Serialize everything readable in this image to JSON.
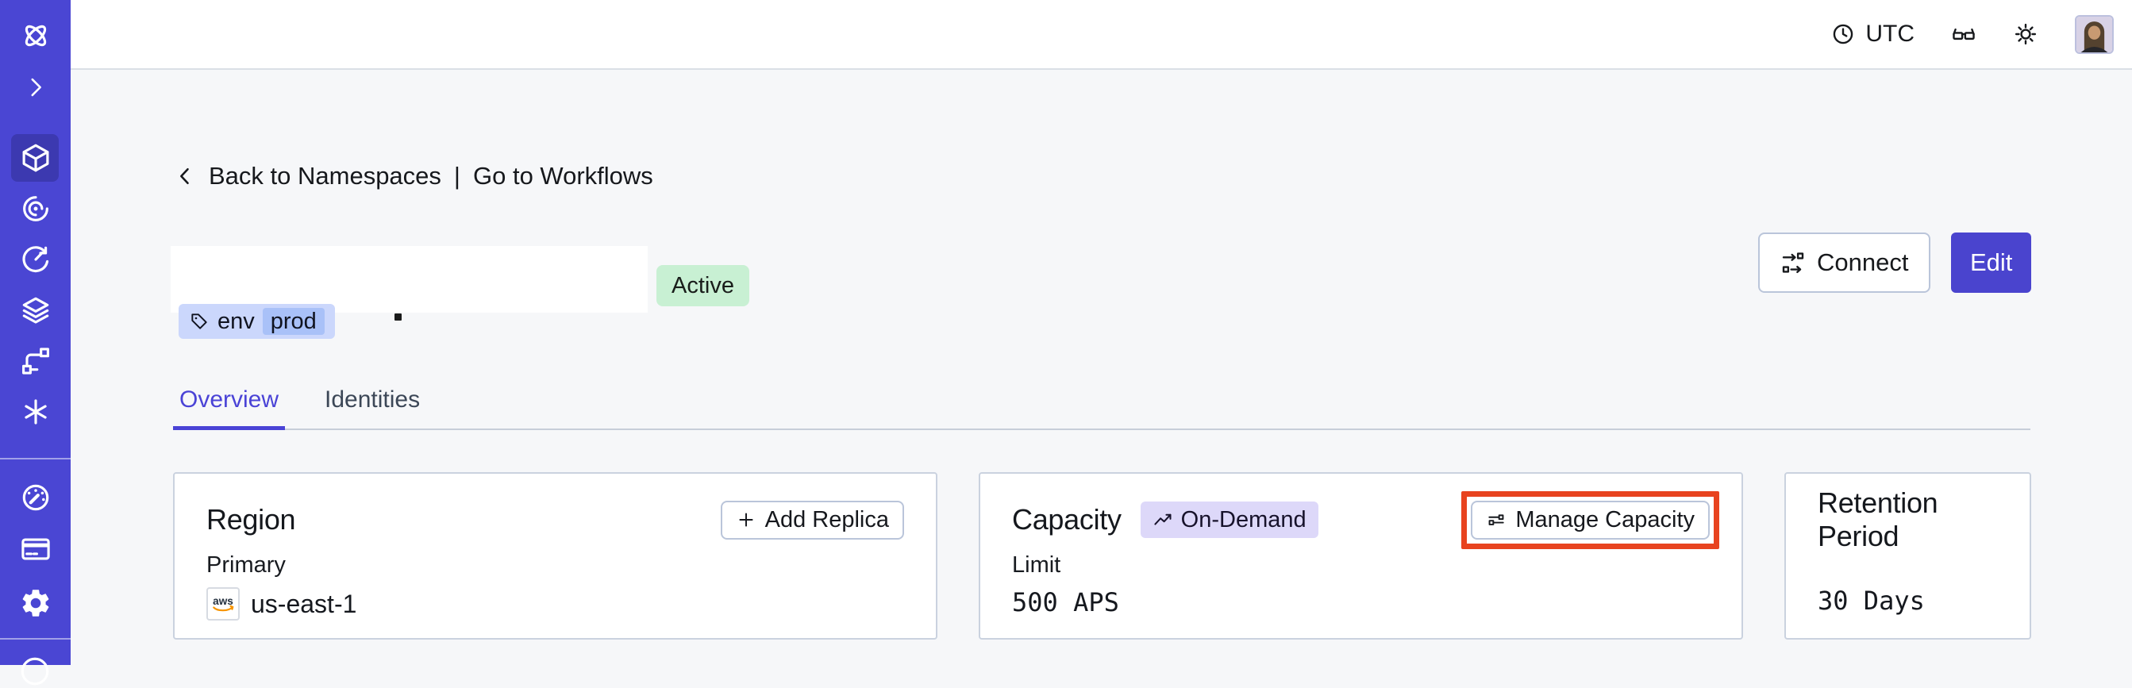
{
  "header": {
    "timezone": "UTC"
  },
  "sidebar": {
    "icons": [
      "temporal-logo",
      "expand-sidebar",
      "namespaces",
      "workflows",
      "schedules",
      "deployments",
      "batch-operations",
      "nexus",
      "usage",
      "billing",
      "settings",
      "support"
    ],
    "active_item": "namespaces"
  },
  "breadcrumb": {
    "back": "Back to Namespaces",
    "separator": "|",
    "forward": "Go to Workflows"
  },
  "namespace": {
    "status": "Active",
    "tag": {
      "key": "env",
      "value": "prod"
    }
  },
  "actions": {
    "connect": "Connect",
    "edit": "Edit"
  },
  "tabs": [
    {
      "label": "Overview",
      "active": true
    },
    {
      "label": "Identities",
      "active": false
    }
  ],
  "cards": {
    "region": {
      "title": "Region",
      "button": "Add Replica",
      "label": "Primary",
      "provider": "aws",
      "value": "us-east-1"
    },
    "capacity": {
      "title": "Capacity",
      "badge": "On-Demand",
      "button": "Manage Capacity",
      "label": "Limit",
      "value": "500 APS",
      "highlighted": true
    },
    "retention": {
      "title": "Retention Period",
      "value": "30 Days"
    }
  },
  "colors": {
    "accent": "#4a46d3",
    "sidebar_active": "#3c39b0",
    "status_active_bg": "#c8f0d3",
    "tag_bg": "#cbd7fc",
    "tag_chip_bg": "#a9c1f8",
    "ondemand_bg": "#ddd8f9",
    "highlight_red": "#e8431f"
  }
}
